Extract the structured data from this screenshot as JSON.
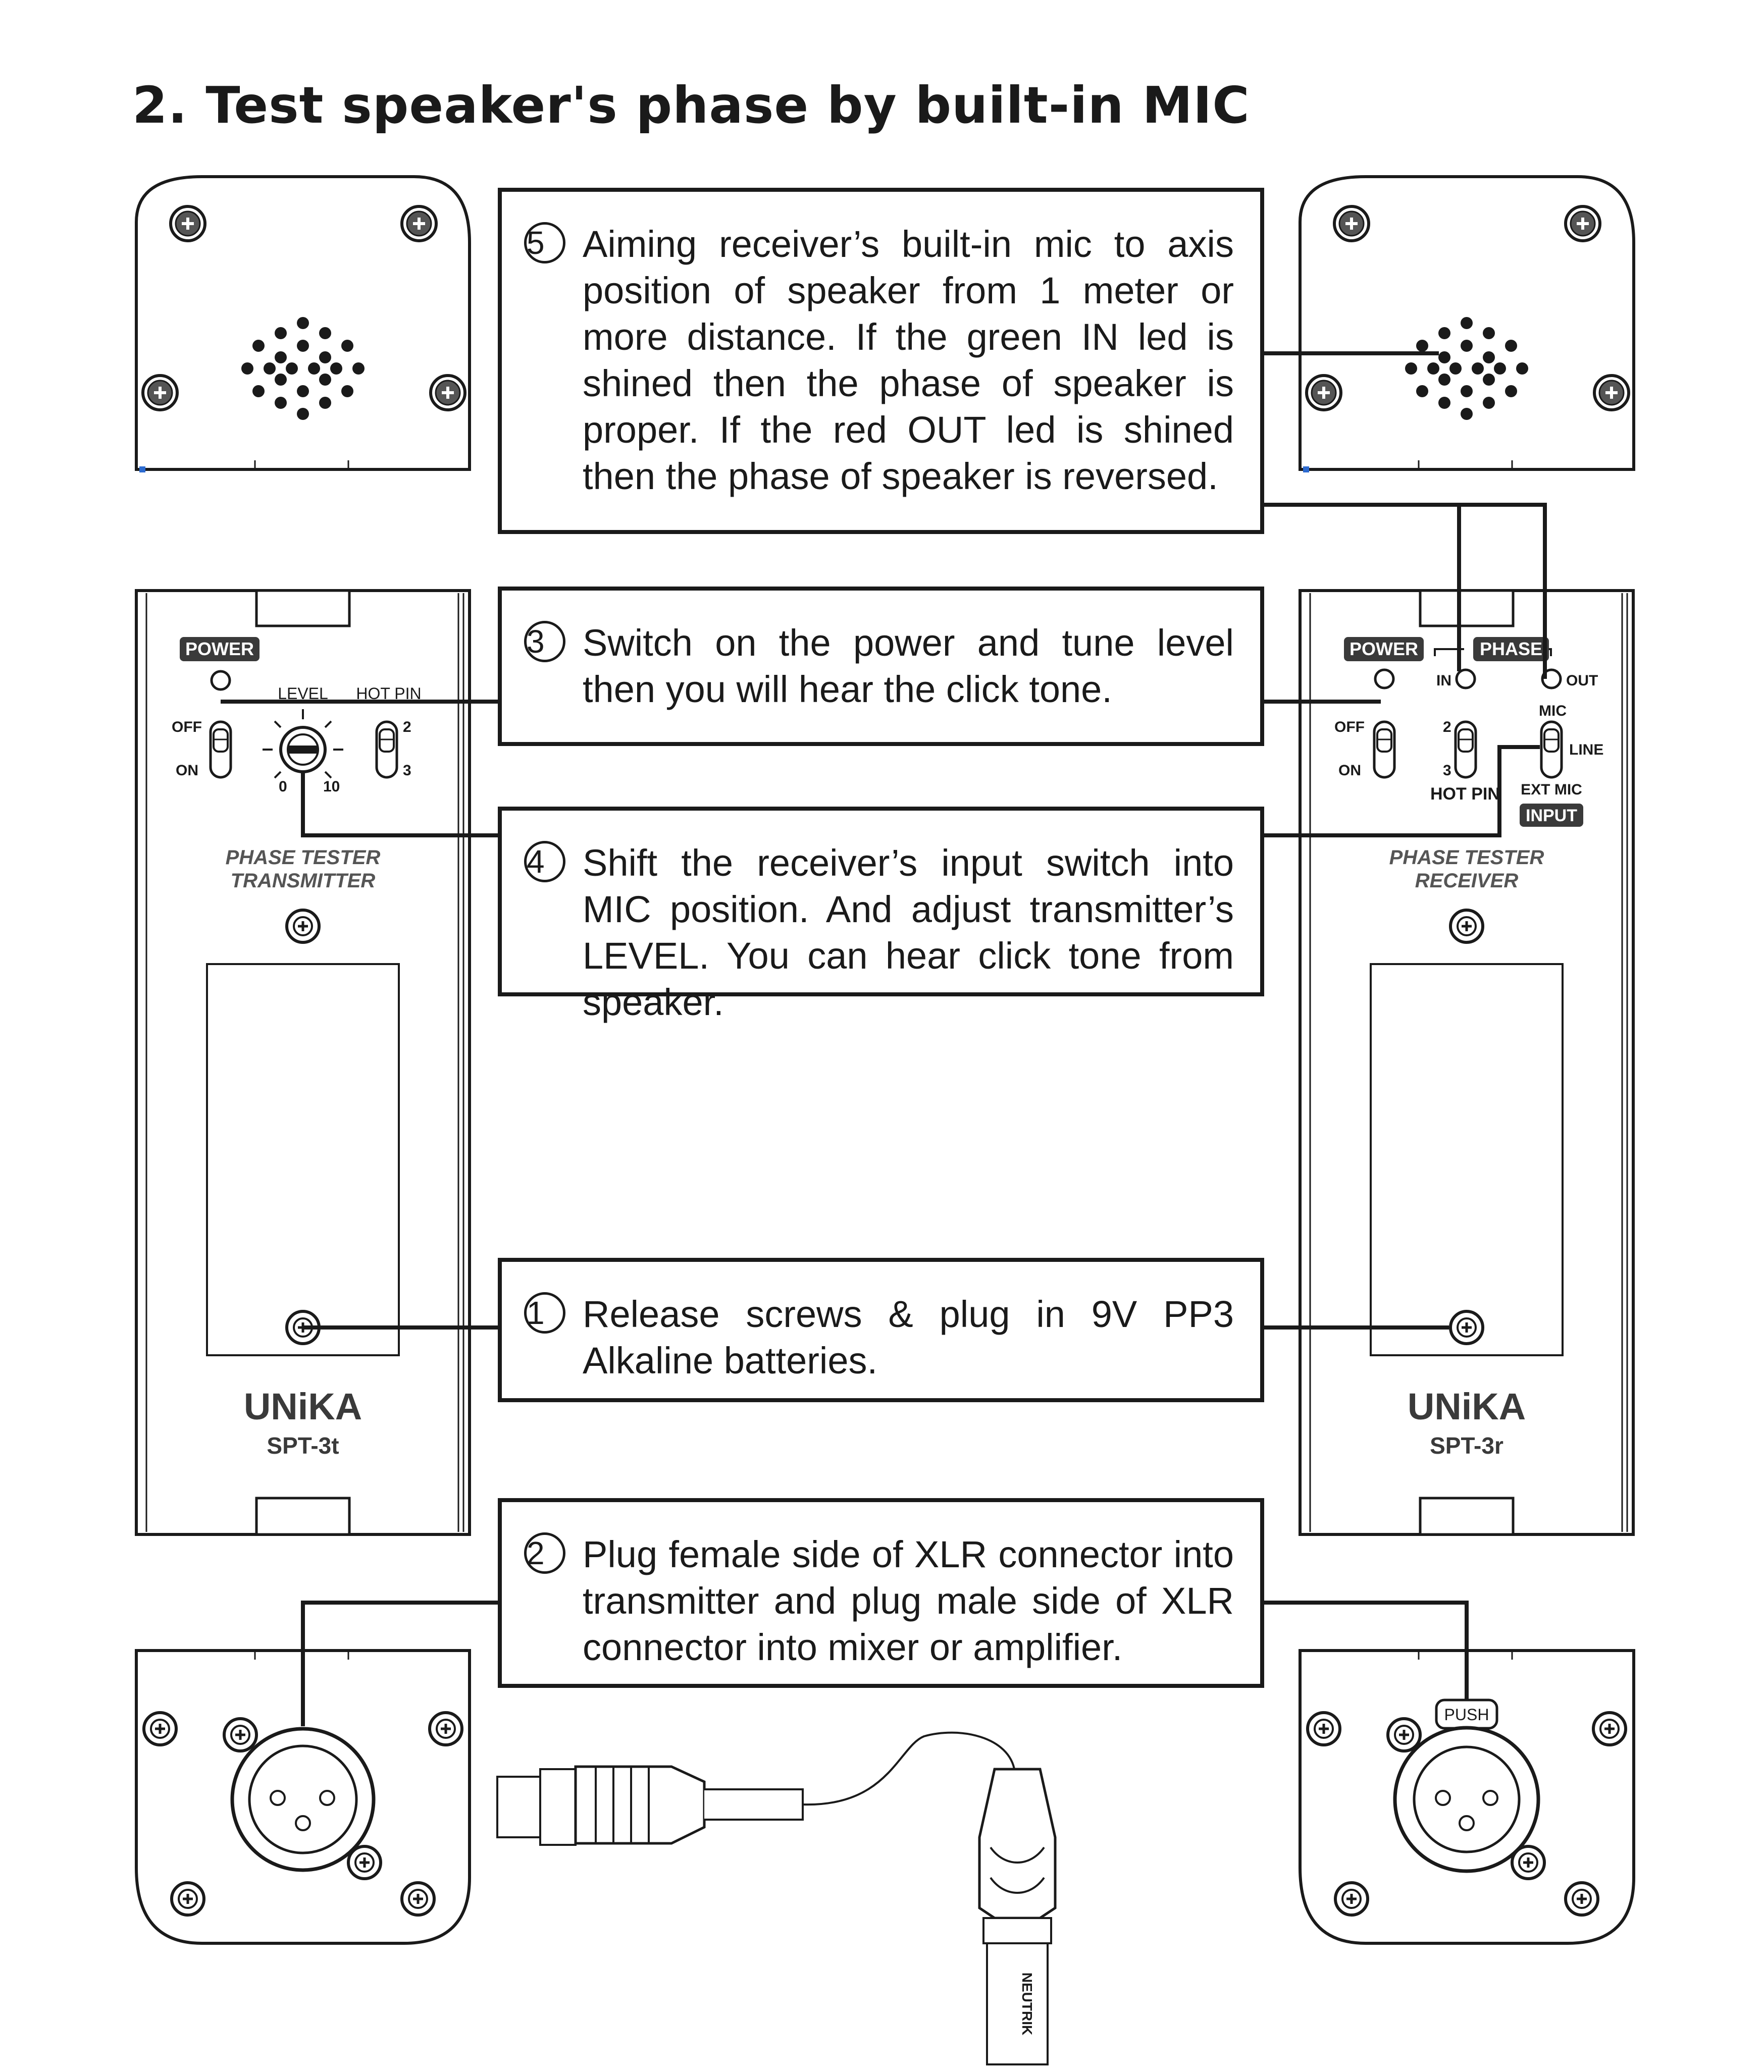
{
  "page": {
    "title": "2. Test speaker's phase by built-in MIC"
  },
  "steps": [
    {
      "number": "5",
      "text": "Aiming receiver’s built-in mic to axis position of speaker from 1 meter or more distance. If the green IN led is shined then the phase of speaker is proper. If the red OUT led is shined then the phase of speaker is reversed."
    },
    {
      "number": "3",
      "text": "Switch on the power and tune level then you will hear the click tone."
    },
    {
      "number": "4",
      "text": "Shift the receiver’s input switch into MIC position. And adjust transmitter’s LEVEL. You can hear click tone from speaker."
    },
    {
      "number": "1",
      "text": "Release screws & plug in 9V PP3 Alkaline batteries."
    },
    {
      "number": "2",
      "text": "Plug female side of XLR connector into transmitter and plug male side of XLR connector into mixer or amplifier."
    }
  ],
  "transmitter": {
    "power_label": "POWER",
    "off_label": "OFF",
    "on_label": "ON",
    "level_label": "LEVEL",
    "level_min": "0",
    "level_max": "10",
    "hotpin_label": "HOT PIN",
    "hotpin_2": "2",
    "hotpin_3": "3",
    "name_line1": "PHASE TESTER",
    "name_line2": "TRANSMITTER",
    "brand": "UNiKA",
    "model": "SPT-3t"
  },
  "receiver": {
    "power_label": "POWER",
    "phase_label": "PHASE",
    "in_label": "IN",
    "out_label": "OUT",
    "off_label": "OFF",
    "on_label": "ON",
    "hotpin_2": "2",
    "hotpin_3": "3",
    "hotpin_label": "HOT PIN",
    "mic_label": "MIC",
    "line_label": "LINE",
    "ext_mic_label": "EXT MIC",
    "input_label": "INPUT",
    "name_line1": "PHASE TESTER",
    "name_line2": "RECEIVER",
    "brand": "UNiKA",
    "model": "SPT-3r",
    "push_label": "PUSH"
  },
  "cable": {
    "brand": "NEUTRIK"
  },
  "colors": {
    "ink": "#1a1a1a",
    "device_fill": "#ffffff"
  }
}
